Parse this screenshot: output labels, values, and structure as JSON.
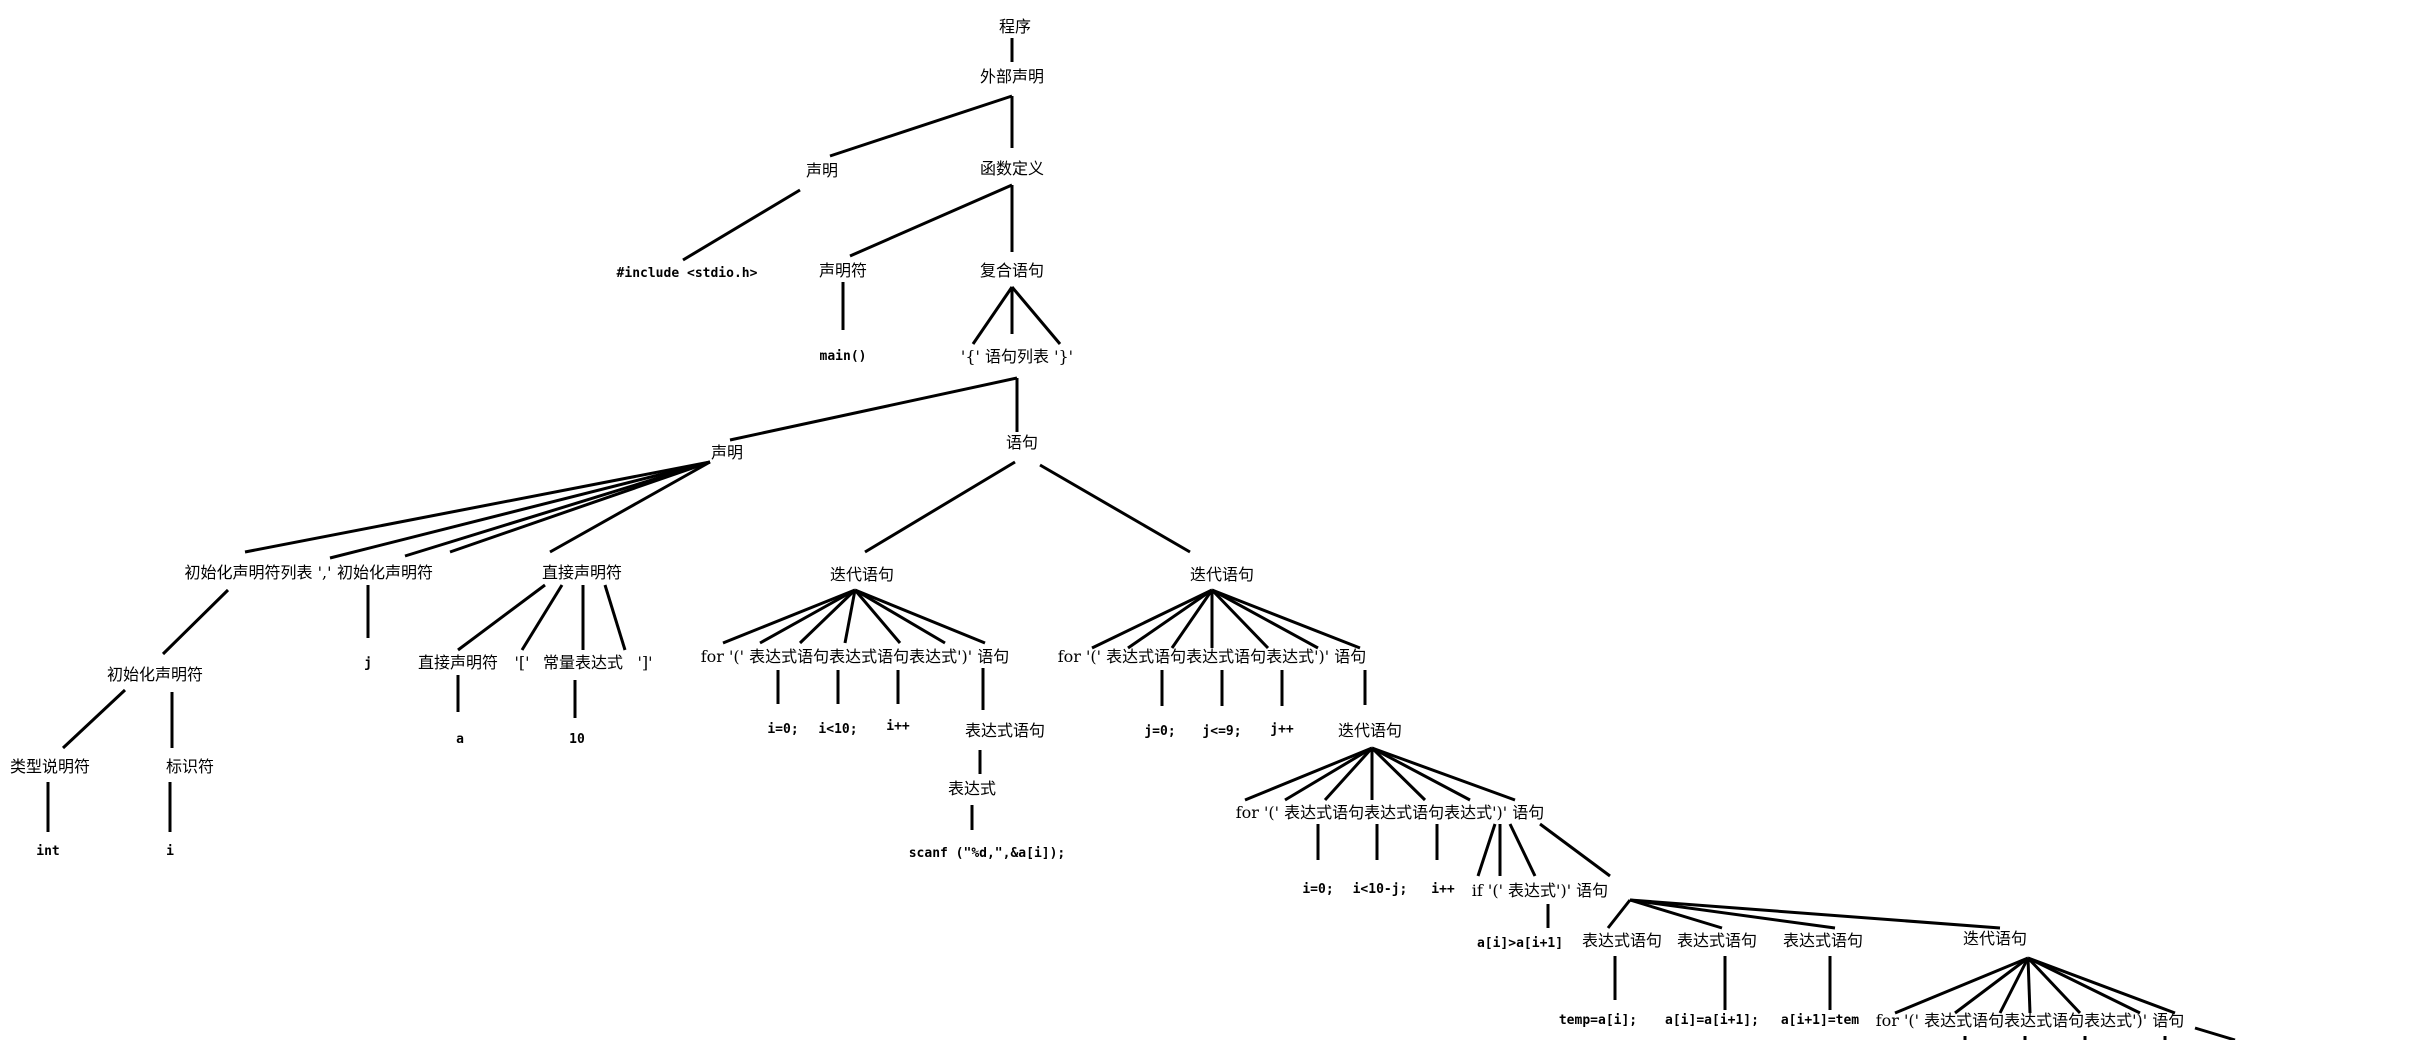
{
  "nodes": [
    {
      "id": "program",
      "label": "程序"
    },
    {
      "id": "ext_decl",
      "label": "外部声明"
    },
    {
      "id": "decl_top",
      "label": "声明"
    },
    {
      "id": "func_def",
      "label": "函数定义"
    },
    {
      "id": "include",
      "label": "#include <stdio.h>"
    },
    {
      "id": "declarator",
      "label": "声明符"
    },
    {
      "id": "main",
      "label": "main()"
    },
    {
      "id": "compound",
      "label": "复合语句"
    },
    {
      "id": "braces",
      "label": "'{' 语句列表 '}'"
    },
    {
      "id": "decl2",
      "label": "声明"
    },
    {
      "id": "stmt",
      "label": "语句"
    },
    {
      "id": "init_list",
      "label": "初始化声明符列表 ','"
    },
    {
      "id": "init_decl_b",
      "label": "初始化声明符"
    },
    {
      "id": "j_id",
      "label": "j"
    },
    {
      "id": "direct_decl",
      "label": "直接声明符"
    },
    {
      "id": "init_decl_a",
      "label": "初始化声明符"
    },
    {
      "id": "type_spec",
      "label": "类型说明符"
    },
    {
      "id": "int",
      "label": "int"
    },
    {
      "id": "ident",
      "label": "标识符"
    },
    {
      "id": "i_id",
      "label": "i"
    },
    {
      "id": "direct_decl2",
      "label": "直接声明符"
    },
    {
      "id": "a_id",
      "label": "a"
    },
    {
      "id": "lbrack",
      "label": "'['"
    },
    {
      "id": "const_expr",
      "label": "常量表达式"
    },
    {
      "id": "ten",
      "label": "10"
    },
    {
      "id": "rbrack",
      "label": "']'"
    },
    {
      "id": "iter1",
      "label": "迭代语句"
    },
    {
      "id": "for1",
      "label": "for '(' 表达式语句表达式语句表达式')' 语句"
    },
    {
      "id": "i0",
      "label": "i=0;"
    },
    {
      "id": "ilt10",
      "label": "i<10;"
    },
    {
      "id": "ipp",
      "label": "i++"
    },
    {
      "id": "exprstmt1",
      "label": "表达式语句"
    },
    {
      "id": "expr1",
      "label": "表达式"
    },
    {
      "id": "scanf",
      "label": "scanf (\"%d,\",&a[i]);"
    },
    {
      "id": "iter2",
      "label": "迭代语句"
    },
    {
      "id": "for2",
      "label": "for '(' 表达式语句表达式语句表达式')' 语句"
    },
    {
      "id": "j0",
      "label": "j=0;"
    },
    {
      "id": "jle9",
      "label": "j<=9;"
    },
    {
      "id": "jpp",
      "label": "j++"
    },
    {
      "id": "iter3",
      "label": "迭代语句"
    },
    {
      "id": "for3",
      "label": "for '(' 表达式语句表达式语句表达式')' 语句"
    },
    {
      "id": "i0b",
      "label": "i=0;"
    },
    {
      "id": "ilt10j",
      "label": "i<10-j;"
    },
    {
      "id": "ipp2",
      "label": "i++"
    },
    {
      "id": "if",
      "label": "if '(' 表达式')' 语句"
    },
    {
      "id": "cond",
      "label": "a[i]>a[i+1]"
    },
    {
      "id": "es_a",
      "label": "表达式语句"
    },
    {
      "id": "es_b",
      "label": "表达式语句"
    },
    {
      "id": "es_c",
      "label": "表达式语句"
    },
    {
      "id": "iter4",
      "label": "迭代语句"
    },
    {
      "id": "temp",
      "label": "temp=a[i];"
    },
    {
      "id": "swap1",
      "label": "a[i]=a[i+1];"
    },
    {
      "id": "swap2",
      "label": "a[i+1]=tem"
    },
    {
      "id": "for4",
      "label": "for '(' 表达式语句表达式语句表达式')' 语句"
    }
  ]
}
